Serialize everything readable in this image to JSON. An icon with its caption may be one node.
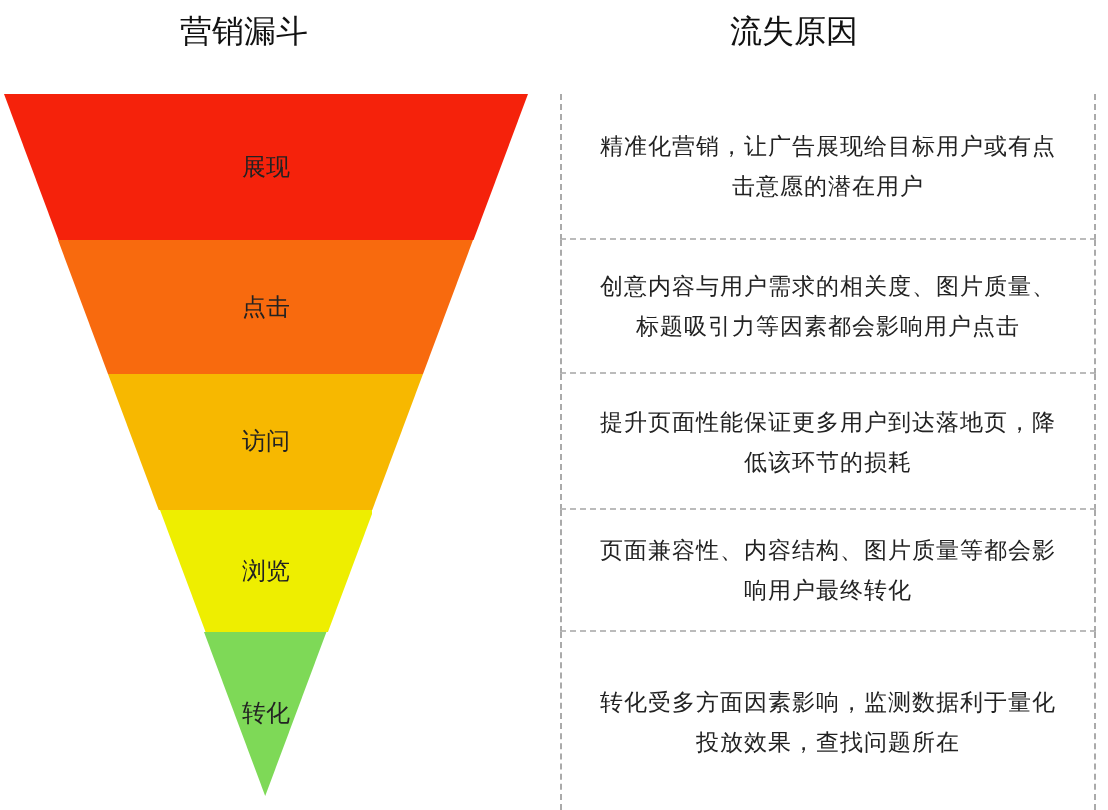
{
  "diagram": {
    "nodes": [
      {
        "text": [
          "展现"
        ]
      },
      {
        "text": [
          "点击"
        ]
      },
      {
        "text": [
          "访问"
        ]
      },
      {
        "text": [
          "浏览"
        ]
      },
      {
        "text": [
          "转化"
        ]
      }
    ],
    "edges": [],
    "labels": [
      "营销漏斗",
      "流失原因",
      "精准化营销，让广告展现给目标用户或有点击意愿的潜在用户",
      "创意内容与用户需求的相关度、图片质量、标题吸引力等因素都会影响用户点击",
      "提升页面性能保证更多用户到达落地页，降低该环节的损耗",
      "页面兼容性、内容结构、图片质量等都会影响用户最终转化",
      "转化受多方面因素影响，监测数据利于量化投放效果，查找问题所在"
    ]
  }
}
